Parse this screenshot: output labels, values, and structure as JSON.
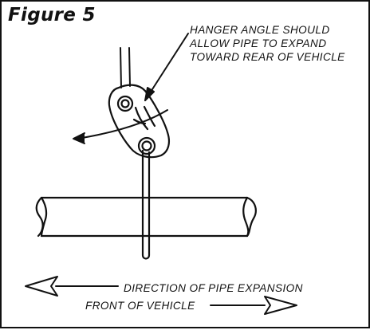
{
  "figure": {
    "title": "Figure 5",
    "note_lines": [
      "HANGER ANGLE SHOULD",
      "ALLOW PIPE TO EXPAND",
      "TOWARD REAR OF VEHICLE"
    ],
    "expansion_label": "DIRECTION OF PIPE EXPANSION",
    "front_label": "FRONT OF VEHICLE"
  },
  "colors": {
    "ink": "#111111",
    "paper": "#ffffff"
  }
}
